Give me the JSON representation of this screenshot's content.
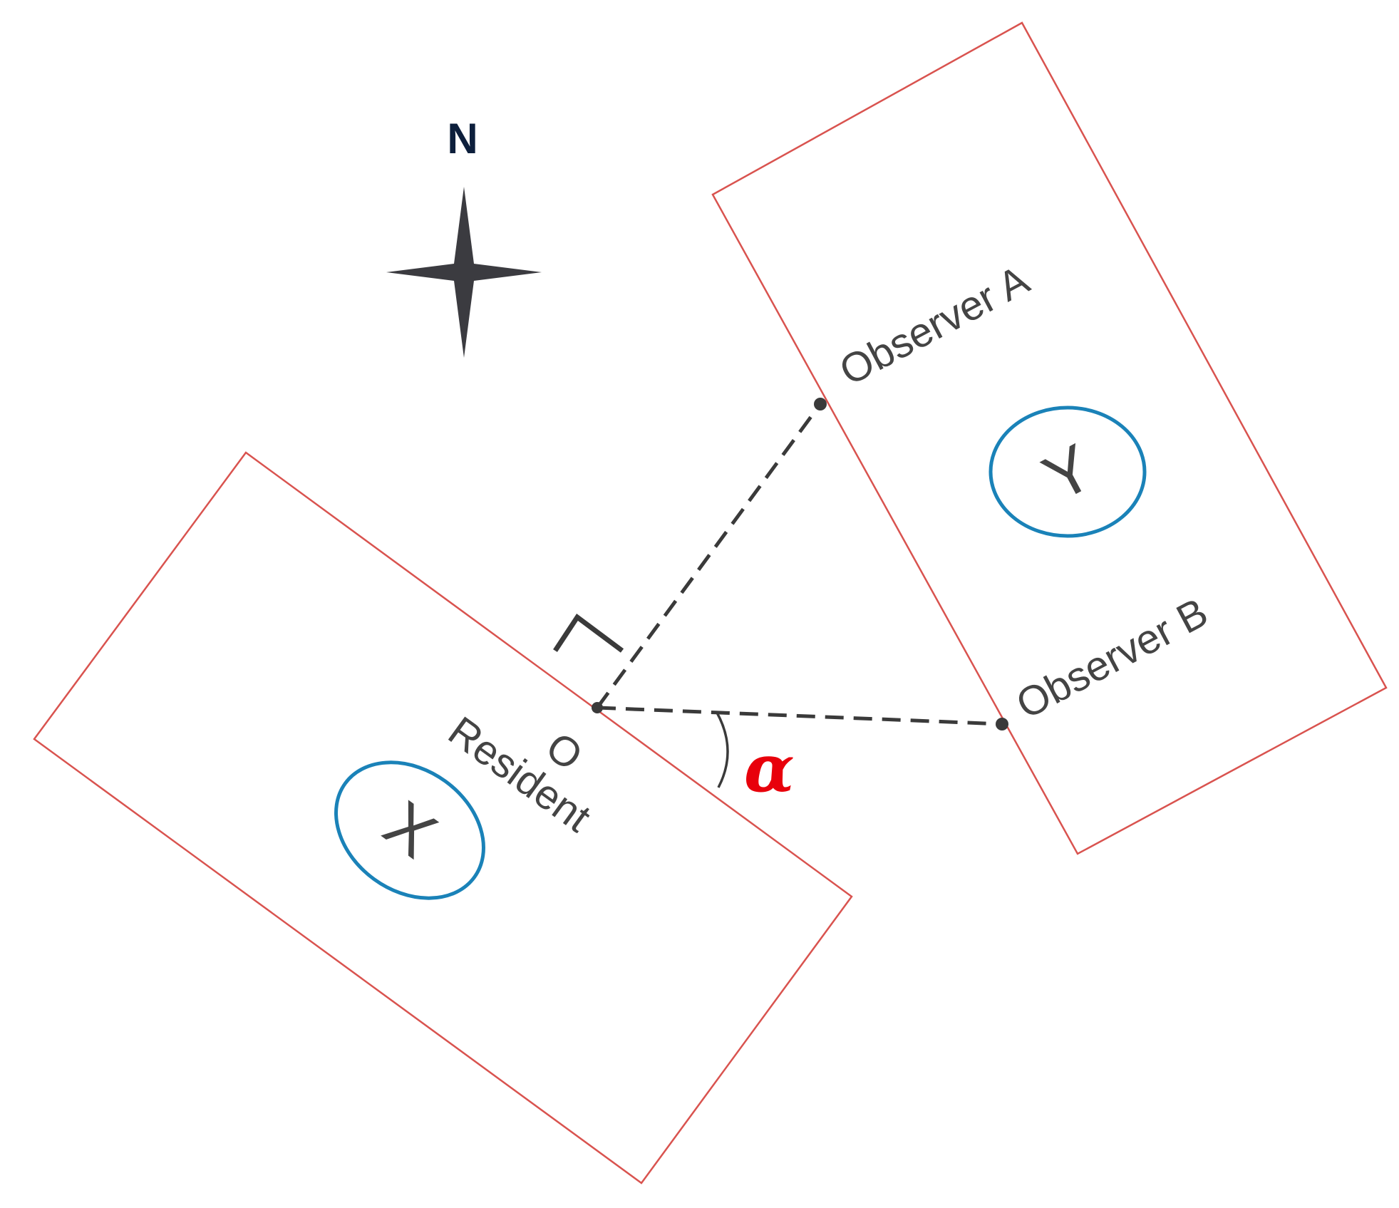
{
  "compass": {
    "label": "N",
    "color": "#3b3b40",
    "label_color": "#0d1f3c"
  },
  "building_x": {
    "label": "X"
  },
  "building_y": {
    "label": "Y"
  },
  "points": {
    "origin_label": "O",
    "resident_label": "Resident",
    "observer_a_label": "Observer A",
    "observer_b_label": "Observer B"
  },
  "angle": {
    "label": "α",
    "color": "#e8000b"
  },
  "colors": {
    "building_outline": "#d9534f",
    "ellipse": "#1a82b8",
    "text": "#444444",
    "line": "#3a3a3a"
  }
}
